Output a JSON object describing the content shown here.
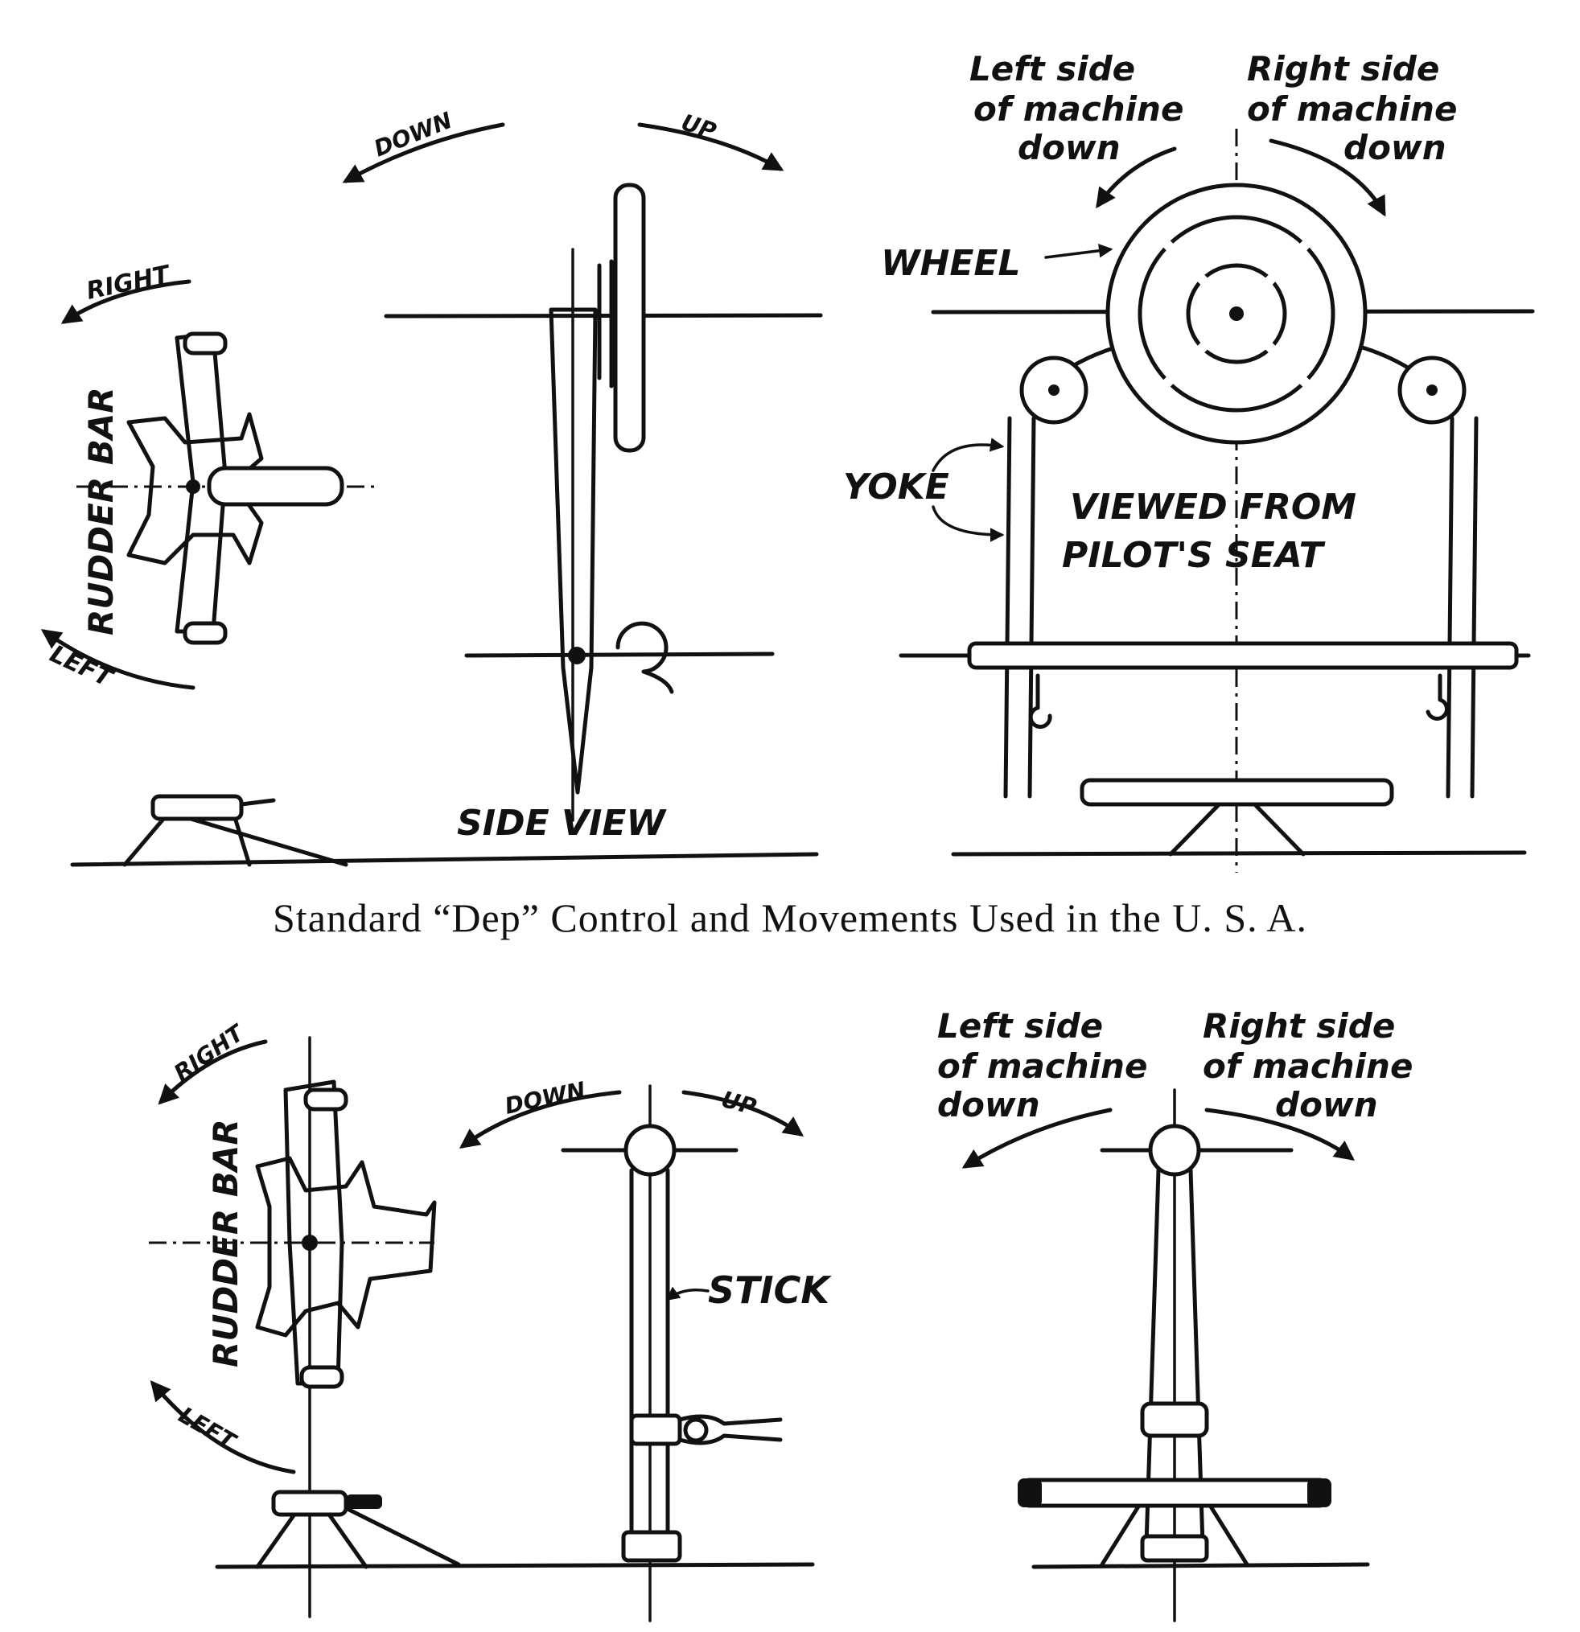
{
  "caption": "Standard “Dep” Control and Movements Used in the U. S. A.",
  "top_row": {
    "rudder": {
      "right": "RIGHT",
      "left": "LEFT",
      "bar": "RUDDER BAR"
    },
    "side": {
      "down": "DOWN",
      "up": "UP",
      "view": "SIDE VIEW"
    },
    "front": {
      "left_down": [
        "Left side",
        "of machine",
        "down"
      ],
      "right_down": [
        "Right side",
        "of machine",
        "down"
      ],
      "wheel": "WHEEL",
      "yoke": "YOKE",
      "viewed": [
        "VIEWED FROM",
        "PILOT'S SEAT"
      ]
    }
  },
  "bottom_row": {
    "rudder": {
      "right": "RIGHT",
      "left": "LEFT",
      "bar": "RUDDER BAR"
    },
    "side": {
      "down": "DOWN",
      "up": "UP",
      "stick": "STICK"
    },
    "front": {
      "left_down": [
        "Left side",
        "of machine",
        "down"
      ],
      "right_down": [
        "Right side",
        "of machine",
        "down"
      ]
    }
  }
}
